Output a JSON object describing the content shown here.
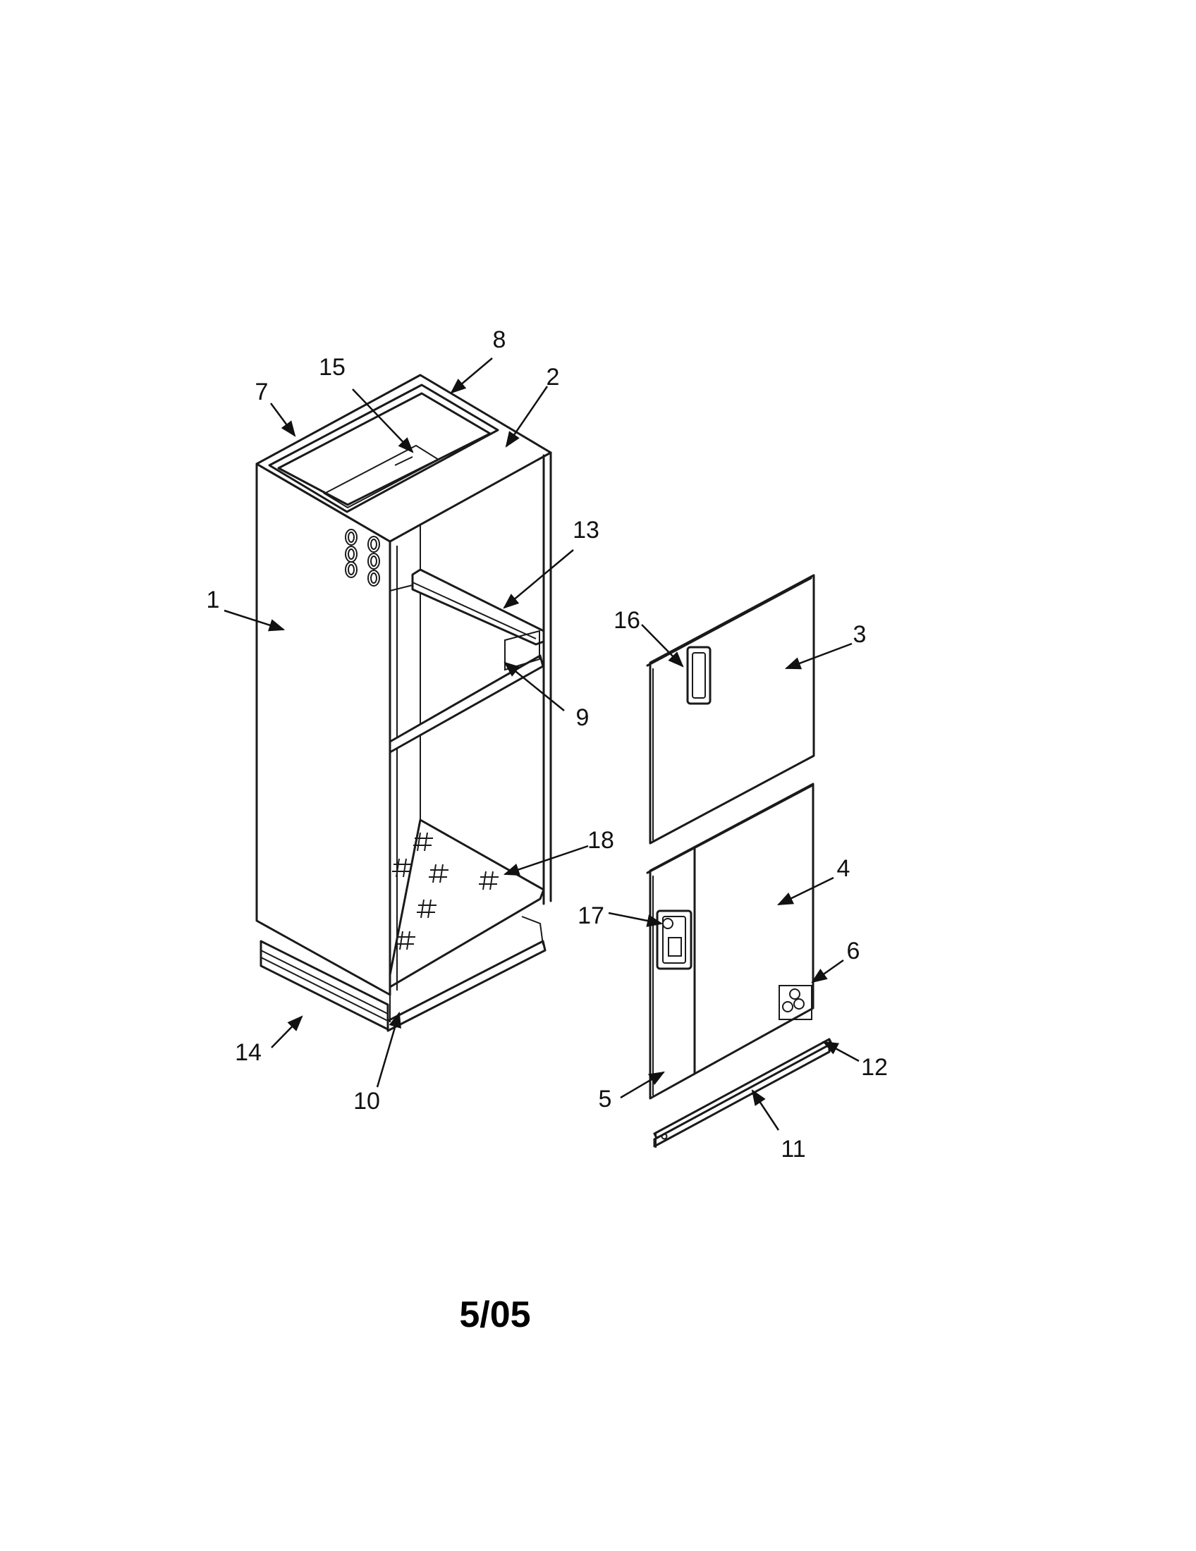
{
  "callouts": [
    "1",
    "2",
    "3",
    "4",
    "5",
    "6",
    "7",
    "8",
    "9",
    "10",
    "11",
    "12",
    "13",
    "14",
    "15",
    "16",
    "17",
    "18"
  ],
  "footer": {
    "date_code": "5/05"
  }
}
